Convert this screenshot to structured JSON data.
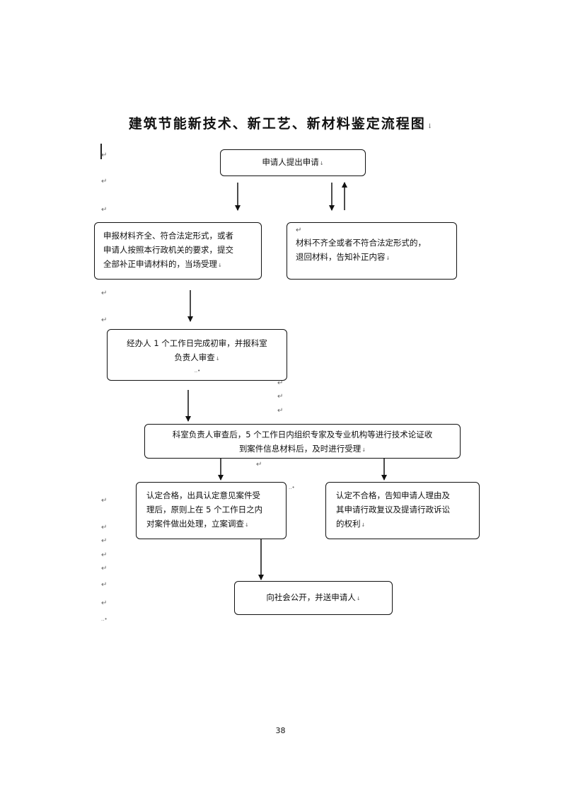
{
  "document": {
    "title": "建筑节能新技术、新工艺、新材料鉴定流程图",
    "page_number": "38"
  },
  "marks": {
    "paragraph": "↵",
    "end": "↓",
    "small": "..•"
  },
  "flow": {
    "apply": "申请人提出申请",
    "accept": [
      "申报材料齐全、符合法定形式，或者",
      "申请人按照本行政机关的要求，提交",
      "全部补正申请材料的，当场受理"
    ],
    "reject": [
      "材料不齐全或者不符合法定形式的，",
      "退回材料，告知补正内容"
    ],
    "handler": [
      "经办人 1 个工作日完成初审，并报科室",
      "负责人审查"
    ],
    "chief": [
      "科室负责人审查后，5 个工作日内组织专家及专业机构等进行技术论证收",
      "到案件信息材料后，及时进行受理"
    ],
    "pass": [
      "认定合格，出具认定意见案件受",
      "理后，原则上在 5 个工作日之内",
      "对案件做出处理，立案调查"
    ],
    "fail": [
      "认定不合格，告知申请人理由及",
      "其申请行政复议及提请行政诉讼",
      "的权利"
    ],
    "publish": "向社会公开，并送申请人"
  }
}
